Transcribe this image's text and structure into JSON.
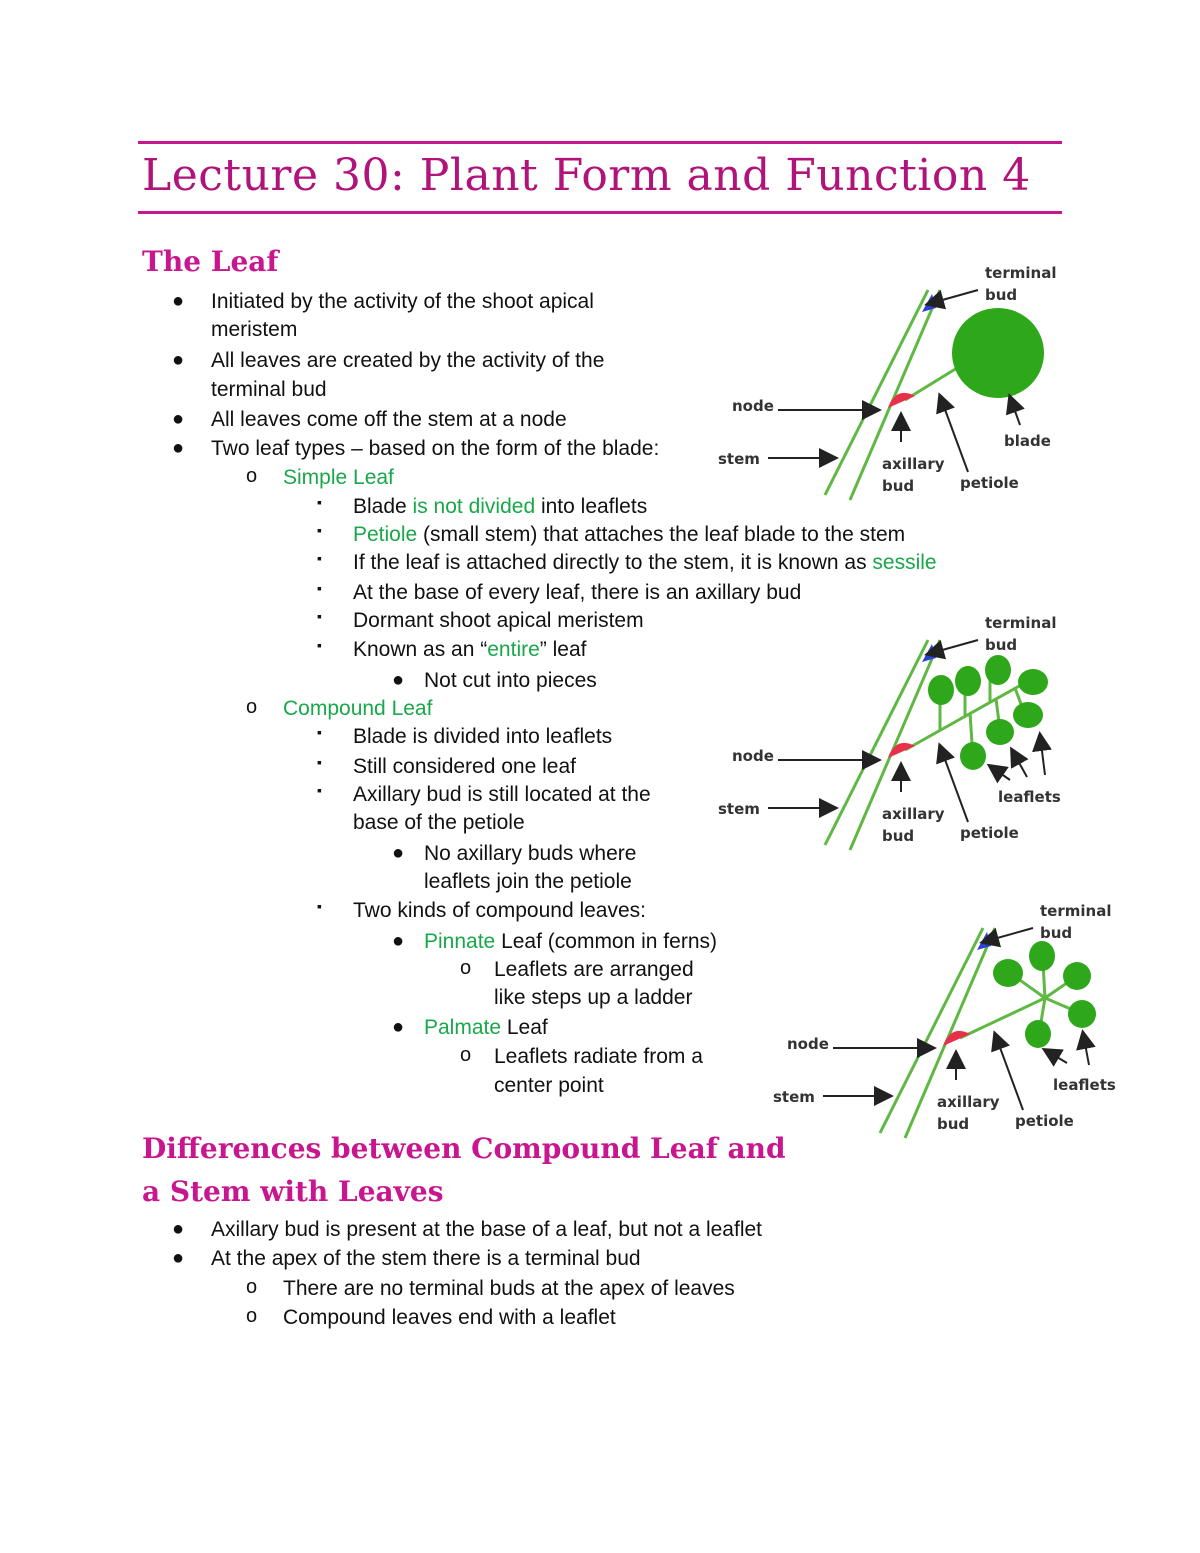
{
  "title": "Lecture 30: Plant Form and Function 4",
  "section1": {
    "heading": "The Leaf",
    "bullets": [
      "Initiated by the activity of the shoot apical",
      "meristem",
      "All leaves are created by the activity of the",
      "terminal bud",
      "All leaves come off the stem at a node",
      "Two leaf types – based on the form of the blade:"
    ],
    "simple": {
      "label": "Simple Leaf",
      "items": {
        "blade_a": "Blade ",
        "blade_b": "is not divided",
        "blade_c": " into leaflets",
        "petiole_a": "Petiole",
        "petiole_b": " (small stem) that attaches the leaf blade to the stem",
        "sessile_a": "If the leaf is attached directly to the stem, it is known as ",
        "sessile_b": "sessile",
        "axillary": "At the base of every leaf, there is an axillary bud",
        "dormant": "Dormant shoot apical meristem",
        "entire_a": "Known as an “",
        "entire_b": "entire",
        "entire_c": "” leaf",
        "notcut": "Not cut into pieces"
      }
    },
    "compound": {
      "label": "Compound Leaf",
      "items": [
        "Blade is divided into leaflets",
        "Still considered one leaf",
        "Axillary bud is still located at the",
        "base of the petiole",
        "No axillary buds where",
        "leaflets join the petiole",
        "Two kinds of compound leaves:"
      ],
      "pinnate_a": "Pinnate",
      "pinnate_b": " Leaf (common in ferns)",
      "pinnate_sub": [
        "Leaflets are arranged",
        "like steps up a ladder"
      ],
      "palmate_a": "Palmate",
      "palmate_b": " Leaf",
      "palmate_sub": [
        "Leaflets radiate from a",
        "center point"
      ]
    }
  },
  "section2": {
    "heading_lines": [
      "Differences between Compound Leaf and",
      "a Stem with Leaves"
    ],
    "bullets": [
      "Axillary bud is present at the base of a leaf, but not a leaflet",
      "At the apex of the stem there is a terminal bud"
    ],
    "sub": [
      "There are no terminal buds at the apex of leaves",
      "Compound leaves end with a leaflet"
    ]
  },
  "diagram_labels": {
    "terminal": "terminal",
    "bud": "bud",
    "node": "node",
    "stem": "stem",
    "axillary": "axillary",
    "blade": "blade",
    "petiole": "petiole",
    "leaflets": "leaflets"
  },
  "colors": {
    "accent": "#c8168e",
    "green_term": "#18a84a",
    "leaf": "#2ea81a",
    "bud_red": "#e8304a",
    "bud_blue": "#2b3fd0"
  }
}
